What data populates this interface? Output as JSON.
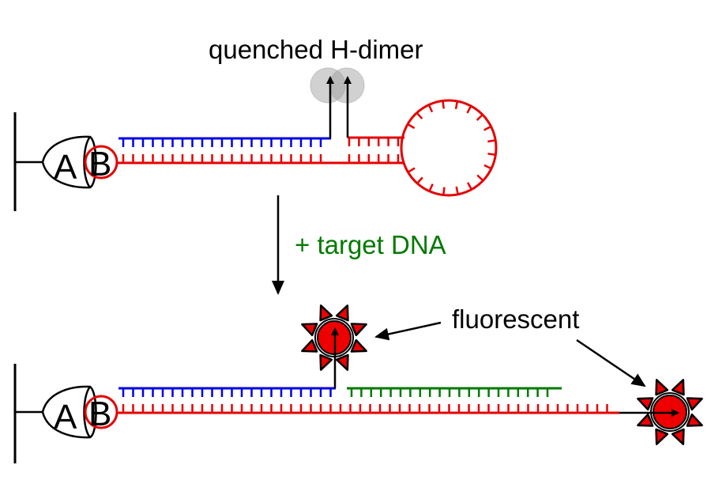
{
  "labels": {
    "quenched": "quenched H-dimer",
    "target": "+ target DNA",
    "fluorescent": "fluorescent",
    "probe_a": "A",
    "probe_b": "B"
  },
  "colors": {
    "probe_strand": "#e60000",
    "quencher_strand": "#0000e6",
    "target_strand": "#007a00",
    "target_label": "#007a00",
    "dimer_gray": "#b0b0b0",
    "fluor_fill": "#ee0000",
    "outline": "#000000"
  },
  "states": [
    {
      "name": "hairpin",
      "description": "quenched H-dimer"
    },
    {
      "name": "hybridized",
      "description": "fluorescent"
    }
  ]
}
